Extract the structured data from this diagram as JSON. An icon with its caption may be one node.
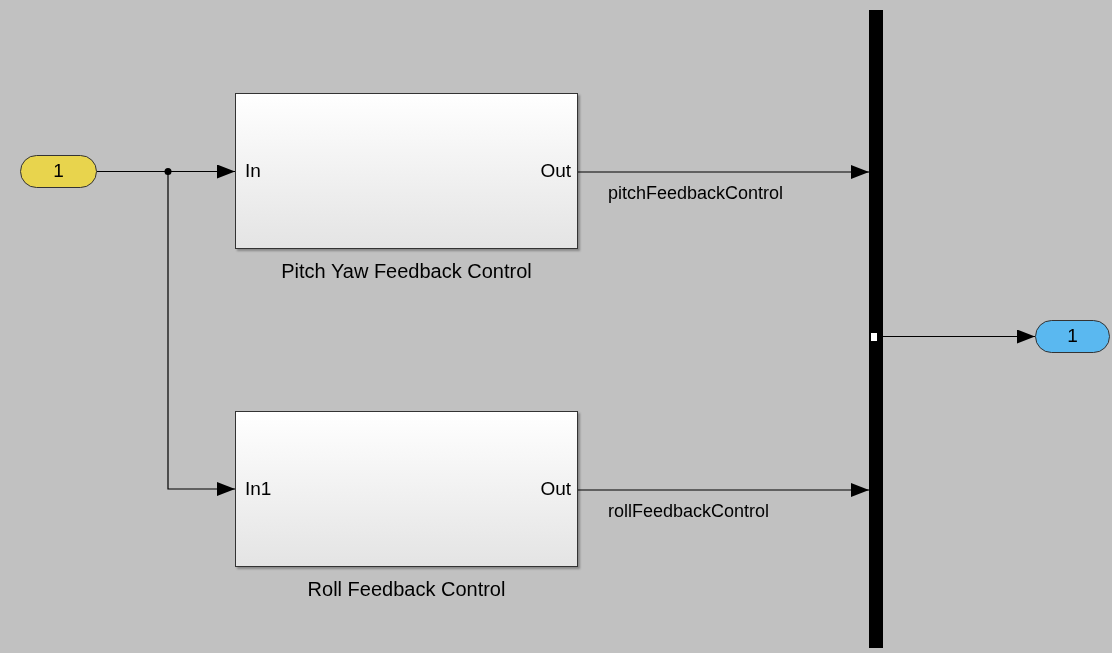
{
  "diagram": {
    "nodes": [
      {
        "text": [
          "1"
        ]
      },
      {
        "text": [
          "In",
          "Out"
        ],
        "beside": [
          "Pitch Yaw Feedback Control"
        ]
      },
      {
        "text": [
          "In1",
          "Out"
        ],
        "beside": [
          "Roll Feedback Control"
        ]
      },
      {
        "text": [],
        "shape": "bar"
      },
      {
        "text": [
          "1"
        ]
      }
    ],
    "edges": [
      {
        "from": 0,
        "to": 1,
        "arrow": "to"
      },
      {
        "from": 0,
        "to": 2,
        "arrow": "to"
      },
      {
        "from": 1,
        "to": 3,
        "arrow": "to",
        "label": "pitchFeedbackControl"
      },
      {
        "from": 2,
        "to": 3,
        "arrow": "to",
        "label": "rollFeedbackControl"
      },
      {
        "from": 3,
        "to": 4,
        "arrow": "to"
      }
    ]
  }
}
